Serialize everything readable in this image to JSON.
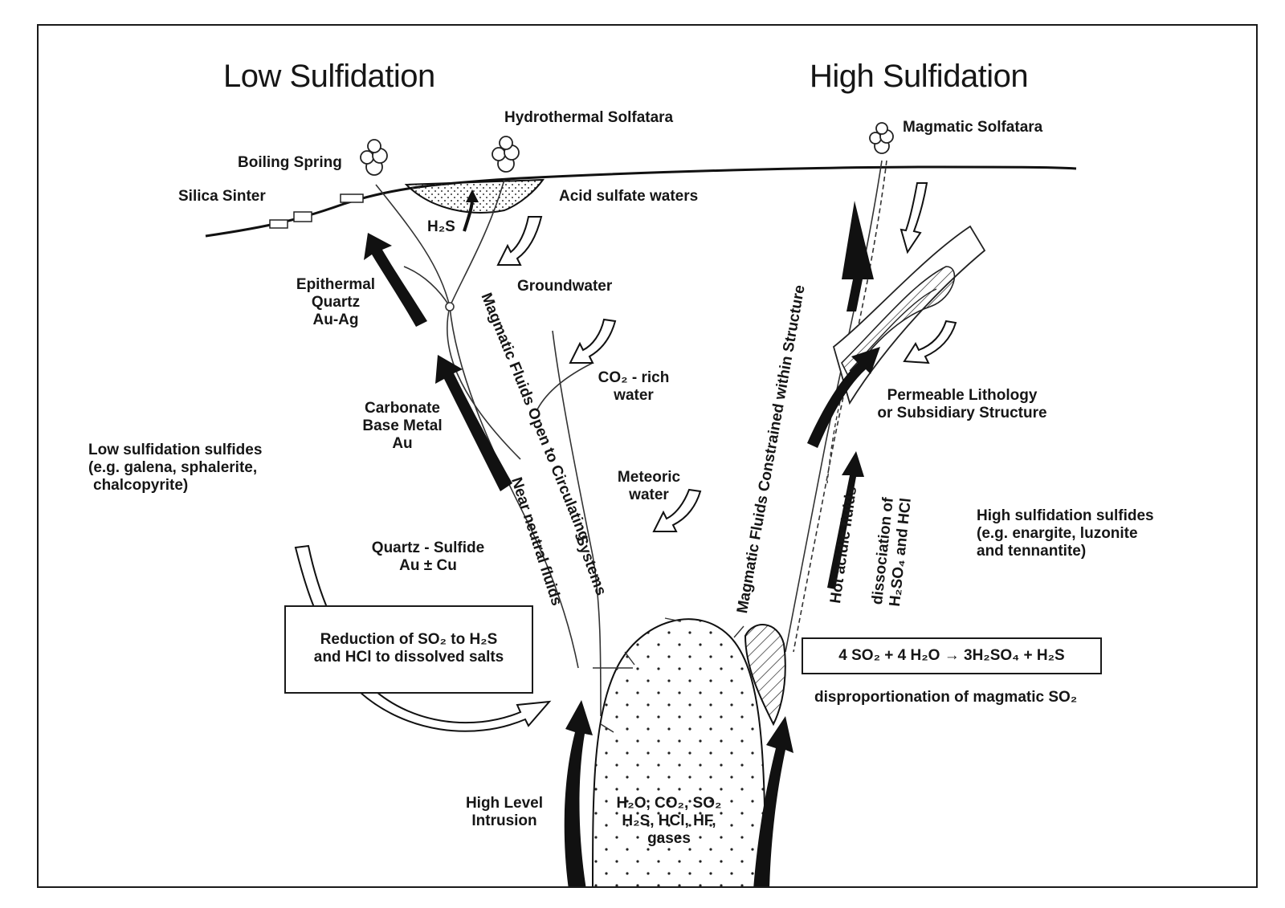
{
  "titles": {
    "low": "Low Sulfidation",
    "high": "High Sulfidation"
  },
  "labels": {
    "hydrothermal_solfatara": "Hydrothermal Solfatara",
    "magmatic_solfatara": "Magmatic Solfatara",
    "boiling_spring": "Boiling Spring",
    "silica_sinter": "Silica Sinter",
    "acid_sulfate_waters": "Acid sulfate waters",
    "h2s": "H₂S",
    "groundwater": "Groundwater",
    "epithermal": [
      "Epithermal",
      "Quartz",
      "Au-Ag"
    ],
    "co2_water": [
      "CO₂ - rich",
      "water"
    ],
    "carbonate": [
      "Carbonate",
      "Base Metal",
      "Au"
    ],
    "permeable": [
      "Permeable Lithology",
      "or Subsidiary Structure"
    ],
    "low_sulfides": [
      "Low sulfidation sulfides",
      "(e.g. galena, sphalerite,",
      "chalcopyrite)"
    ],
    "meteoric": [
      "Meteoric",
      "water"
    ],
    "high_sulfides": [
      "High sulfidation sulfides",
      "(e.g. enargite, luzonite",
      "and tennantite)"
    ],
    "quartz_sulfide": [
      "Quartz - Sulfide",
      "Au ± Cu"
    ],
    "magmatic_open": "Magmatic Fluids Open to Circulating",
    "systems": "Systems",
    "near_neutral": "Near neutral fluids",
    "magmatic_constrained": "Magmatic Fluids Constrained within Structure",
    "hot_acidic": "Hot acidic fluids",
    "dissociation": [
      "dissociation of",
      "H₂SO₄ and HCl"
    ],
    "reduction": [
      "Reduction of SO₂ to H₂S",
      "and HCl to dissolved salts"
    ],
    "equation": "4 SO₂ + 4 H₂O → 3H₂SO₄ + H₂S",
    "disproportionation": "disproportionation of magmatic SO₂",
    "high_level": [
      "High Level",
      "Intrusion"
    ],
    "gases": [
      "H₂O, CO₂, SO₂",
      "H₂S, HCl, HF,",
      "gases"
    ]
  }
}
